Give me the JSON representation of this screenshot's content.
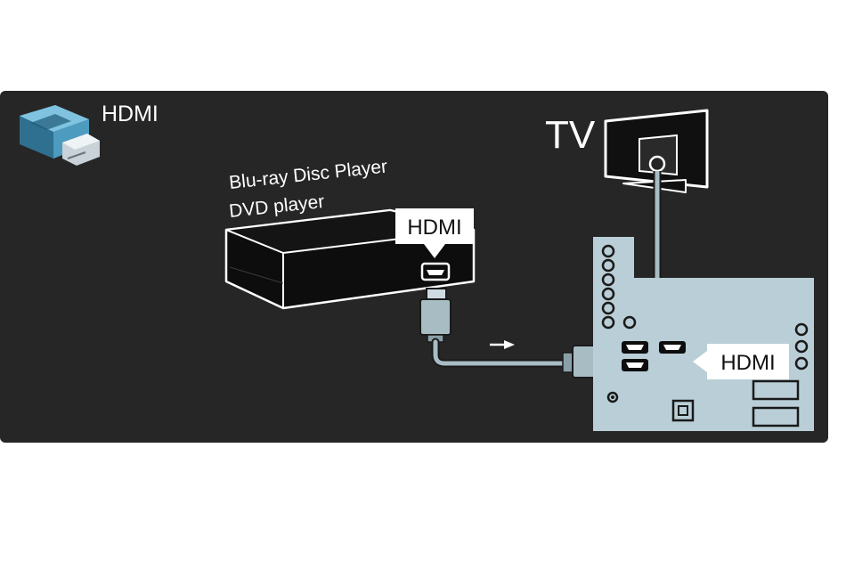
{
  "legend": {
    "icon": "hdmi-connector-icon",
    "label": "HDMI"
  },
  "source_device": {
    "line1": "Blu-ray Disc Player",
    "line2": "DVD player",
    "port_label": "HDMI"
  },
  "tv": {
    "label": "TV",
    "port_label": "HDMI"
  },
  "cable": {
    "direction_icon": "arrow-right-icon"
  },
  "colors": {
    "panel_bg": "#262626",
    "device_body": "#0d0d0d",
    "tv_panel": "#b9ced6",
    "cable": "#a8bcc4",
    "white": "#ffffff"
  }
}
